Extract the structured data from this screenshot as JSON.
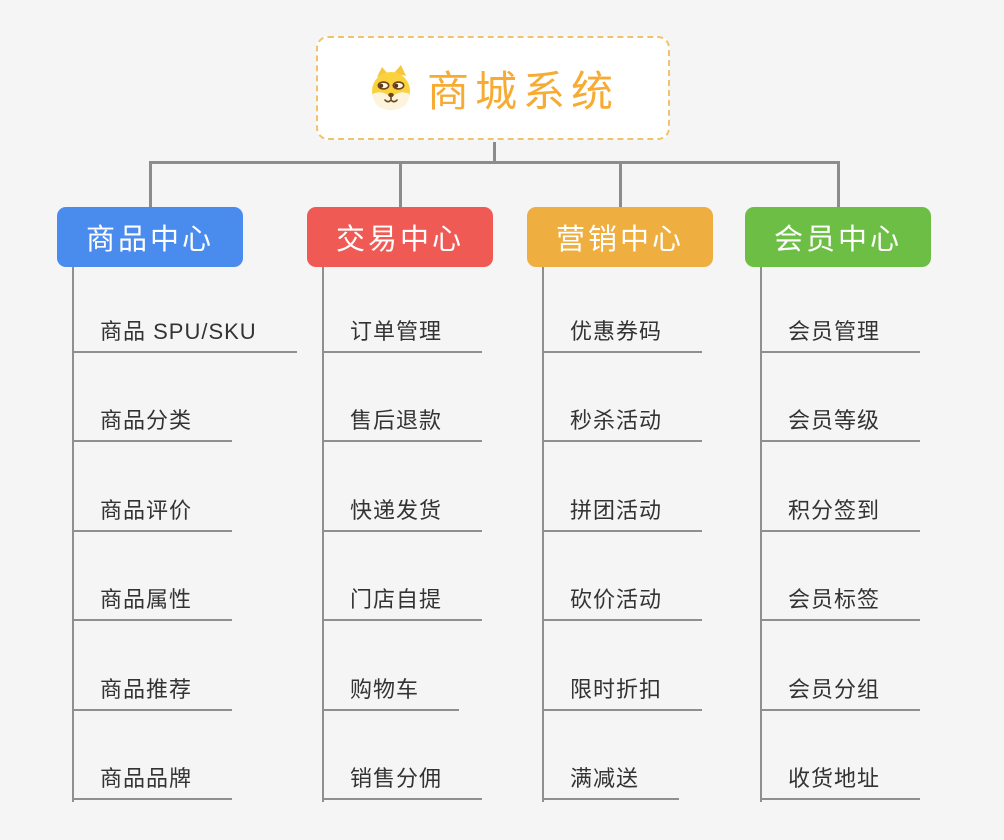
{
  "root": {
    "title": "商城系统",
    "icon": "shiba-dog-icon",
    "title_color": "#f7ab33",
    "border_color": "#f1c36b"
  },
  "colors": {
    "connector": "#8c8c8c",
    "leaf_line": "#8f8f8f",
    "background": "#f5f5f5"
  },
  "branches": [
    {
      "label": "商品中心",
      "color": "#4a8bee",
      "items": [
        "商品 SPU/SKU",
        "商品分类",
        "商品评价",
        "商品属性",
        "商品推荐",
        "商品品牌"
      ]
    },
    {
      "label": "交易中心",
      "color": "#ef5a55",
      "items": [
        "订单管理",
        "售后退款",
        "快递发货",
        "门店自提",
        "购物车",
        "销售分佣"
      ]
    },
    {
      "label": "营销中心",
      "color": "#efae40",
      "items": [
        "优惠券码",
        "秒杀活动",
        "拼团活动",
        "砍价活动",
        "限时折扣",
        "满减送"
      ]
    },
    {
      "label": "会员中心",
      "color": "#6cbe45",
      "items": [
        "会员管理",
        "会员等级",
        "积分签到",
        "会员标签",
        "会员分组",
        "收货地址"
      ]
    }
  ]
}
